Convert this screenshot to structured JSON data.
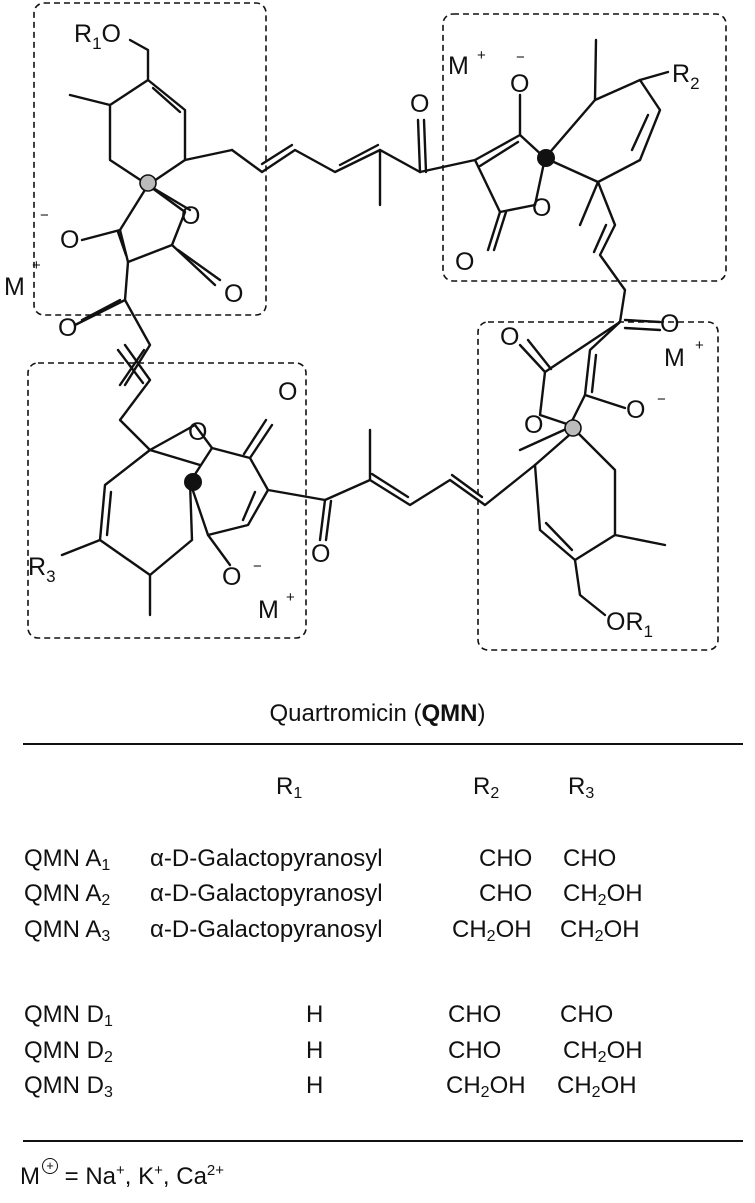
{
  "structure": {
    "atom_O": "O",
    "atom_M": "M",
    "r1o_left": "R1O",
    "or1_right": "OR1",
    "r2": "R2",
    "r3": "R3",
    "r_base": "R",
    "sub_1": "1",
    "sub_2": "2",
    "sub_3": "3",
    "plus": "+",
    "minus": "−"
  },
  "caption": {
    "prefix": "Quartromicin (",
    "bold": "QMN",
    "suffix": ")"
  },
  "table": {
    "headers": [
      "R",
      "R",
      "R"
    ],
    "header_subs": [
      "1",
      "2",
      "3"
    ],
    "rows": [
      {
        "name": "QMN A",
        "sub": "1",
        "r1": "α-D-Galactopyranosyl",
        "r2": "CHO",
        "r2_sub": "",
        "r2_suffix": "",
        "r3": "CHO",
        "r3_sub": "",
        "r3_suffix": ""
      },
      {
        "name": "QMN A",
        "sub": "2",
        "r1": "α-D-Galactopyranosyl",
        "r2": "CHO",
        "r2_sub": "",
        "r2_suffix": "",
        "r3": "CH",
        "r3_sub": "2",
        "r3_suffix": "OH"
      },
      {
        "name": "QMN A",
        "sub": "3",
        "r1": "α-D-Galactopyranosyl",
        "r2": "CH",
        "r2_sub": "2",
        "r2_suffix": "OH",
        "r3": "CH",
        "r3_sub": "2",
        "r3_suffix": "OH"
      },
      {
        "name": "QMN D",
        "sub": "1",
        "r1": "H",
        "r2": "CHO",
        "r2_sub": "",
        "r2_suffix": "",
        "r3": "CHO",
        "r3_sub": "",
        "r3_suffix": ""
      },
      {
        "name": "QMN D",
        "sub": "2",
        "r1": "H",
        "r2": "CHO",
        "r2_sub": "",
        "r2_suffix": "",
        "r3": "CH",
        "r3_sub": "2",
        "r3_suffix": "OH"
      },
      {
        "name": "QMN D",
        "sub": "3",
        "r1": "H",
        "r2": "CH",
        "r2_sub": "2",
        "r2_suffix": "OH",
        "r3": "CH",
        "r3_sub": "2",
        "r3_suffix": "OH"
      }
    ]
  },
  "footnote": {
    "label": "M",
    "equals": " = Na",
    "na_sup": "+",
    "k": ", K",
    "k_sup": "+",
    "ca": ", Ca",
    "ca_sup": "2+"
  }
}
